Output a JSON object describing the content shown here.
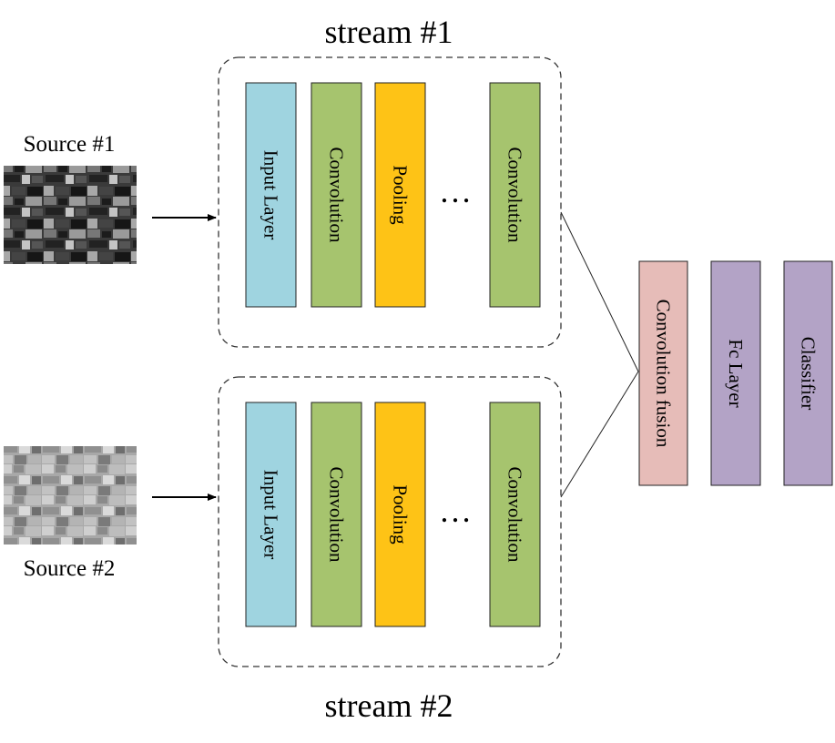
{
  "colors": {
    "input_layer": "#9fd4e0",
    "convolution": "#a6c46e",
    "pooling": "#fec316",
    "fusion": "#e6bcb8",
    "fc_classifier": "#b3a3c6",
    "stroke": "#222222"
  },
  "stream1": {
    "title": "stream #1",
    "source_label": "Source #1",
    "source_image": "satellite-image-dark",
    "blocks": [
      {
        "label": "Input Layer",
        "kind": "input_layer"
      },
      {
        "label": "Convolution",
        "kind": "convolution"
      },
      {
        "label": "Pooling",
        "kind": "pooling"
      },
      {
        "label": "Convolution",
        "kind": "convolution"
      }
    ]
  },
  "stream2": {
    "title": "stream #2",
    "source_label": "Source #2",
    "source_image": "satellite-image-light",
    "blocks": [
      {
        "label": "Input Layer",
        "kind": "input_layer"
      },
      {
        "label": "Convolution",
        "kind": "convolution"
      },
      {
        "label": "Pooling",
        "kind": "pooling"
      },
      {
        "label": "Convolution",
        "kind": "convolution"
      }
    ]
  },
  "ellipsis": "…",
  "head": [
    {
      "label": "Convolution fusion",
      "kind": "fusion"
    },
    {
      "label": "Fc Layer",
      "kind": "fc_classifier"
    },
    {
      "label": "Classifier",
      "kind": "fc_classifier"
    }
  ]
}
